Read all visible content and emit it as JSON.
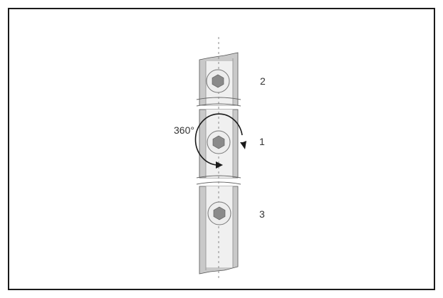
{
  "figure": {
    "rotation_label": "360°",
    "positions": [
      {
        "number": "2"
      },
      {
        "number": "1"
      },
      {
        "number": "3"
      }
    ]
  },
  "colors": {
    "frame": "#1a1a1a",
    "rail_body": "#c9c9c9",
    "rail_highlight": "#f2f2f2",
    "rail_shadow": "#9a9a9a",
    "bolt_outer": "#ededed",
    "bolt_hex": "#8a8a8a",
    "text": "#333333"
  }
}
